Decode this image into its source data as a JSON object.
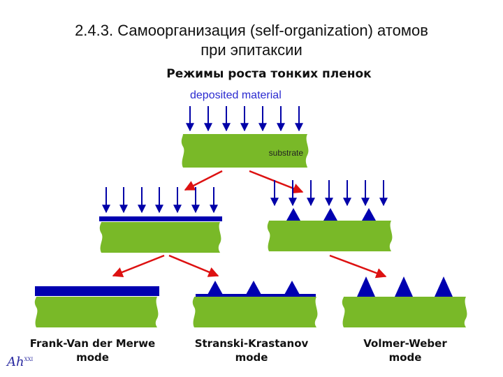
{
  "title_line1": "2.4.3. Самоорганизация (self-organization) атомов",
  "title_line2": "при эпитаксии",
  "subtitle": "Режимы роста тонких пленок",
  "deposited_label": "deposited material",
  "substrate_label": "substrate",
  "modes": [
    {
      "line1": "Frank-Van der Merwe",
      "line2": "mode"
    },
    {
      "line1": "Stranski-Krastanov",
      "line2": "mode"
    },
    {
      "line1": "Volmer-Weber",
      "line2": "mode"
    }
  ],
  "logo_text": "Ah",
  "logo_sup": "XXI",
  "colors": {
    "substrate": "#79b928",
    "film": "#0000b0",
    "arrow_blue": "#0000a8",
    "arrow_red": "#dd1111"
  }
}
